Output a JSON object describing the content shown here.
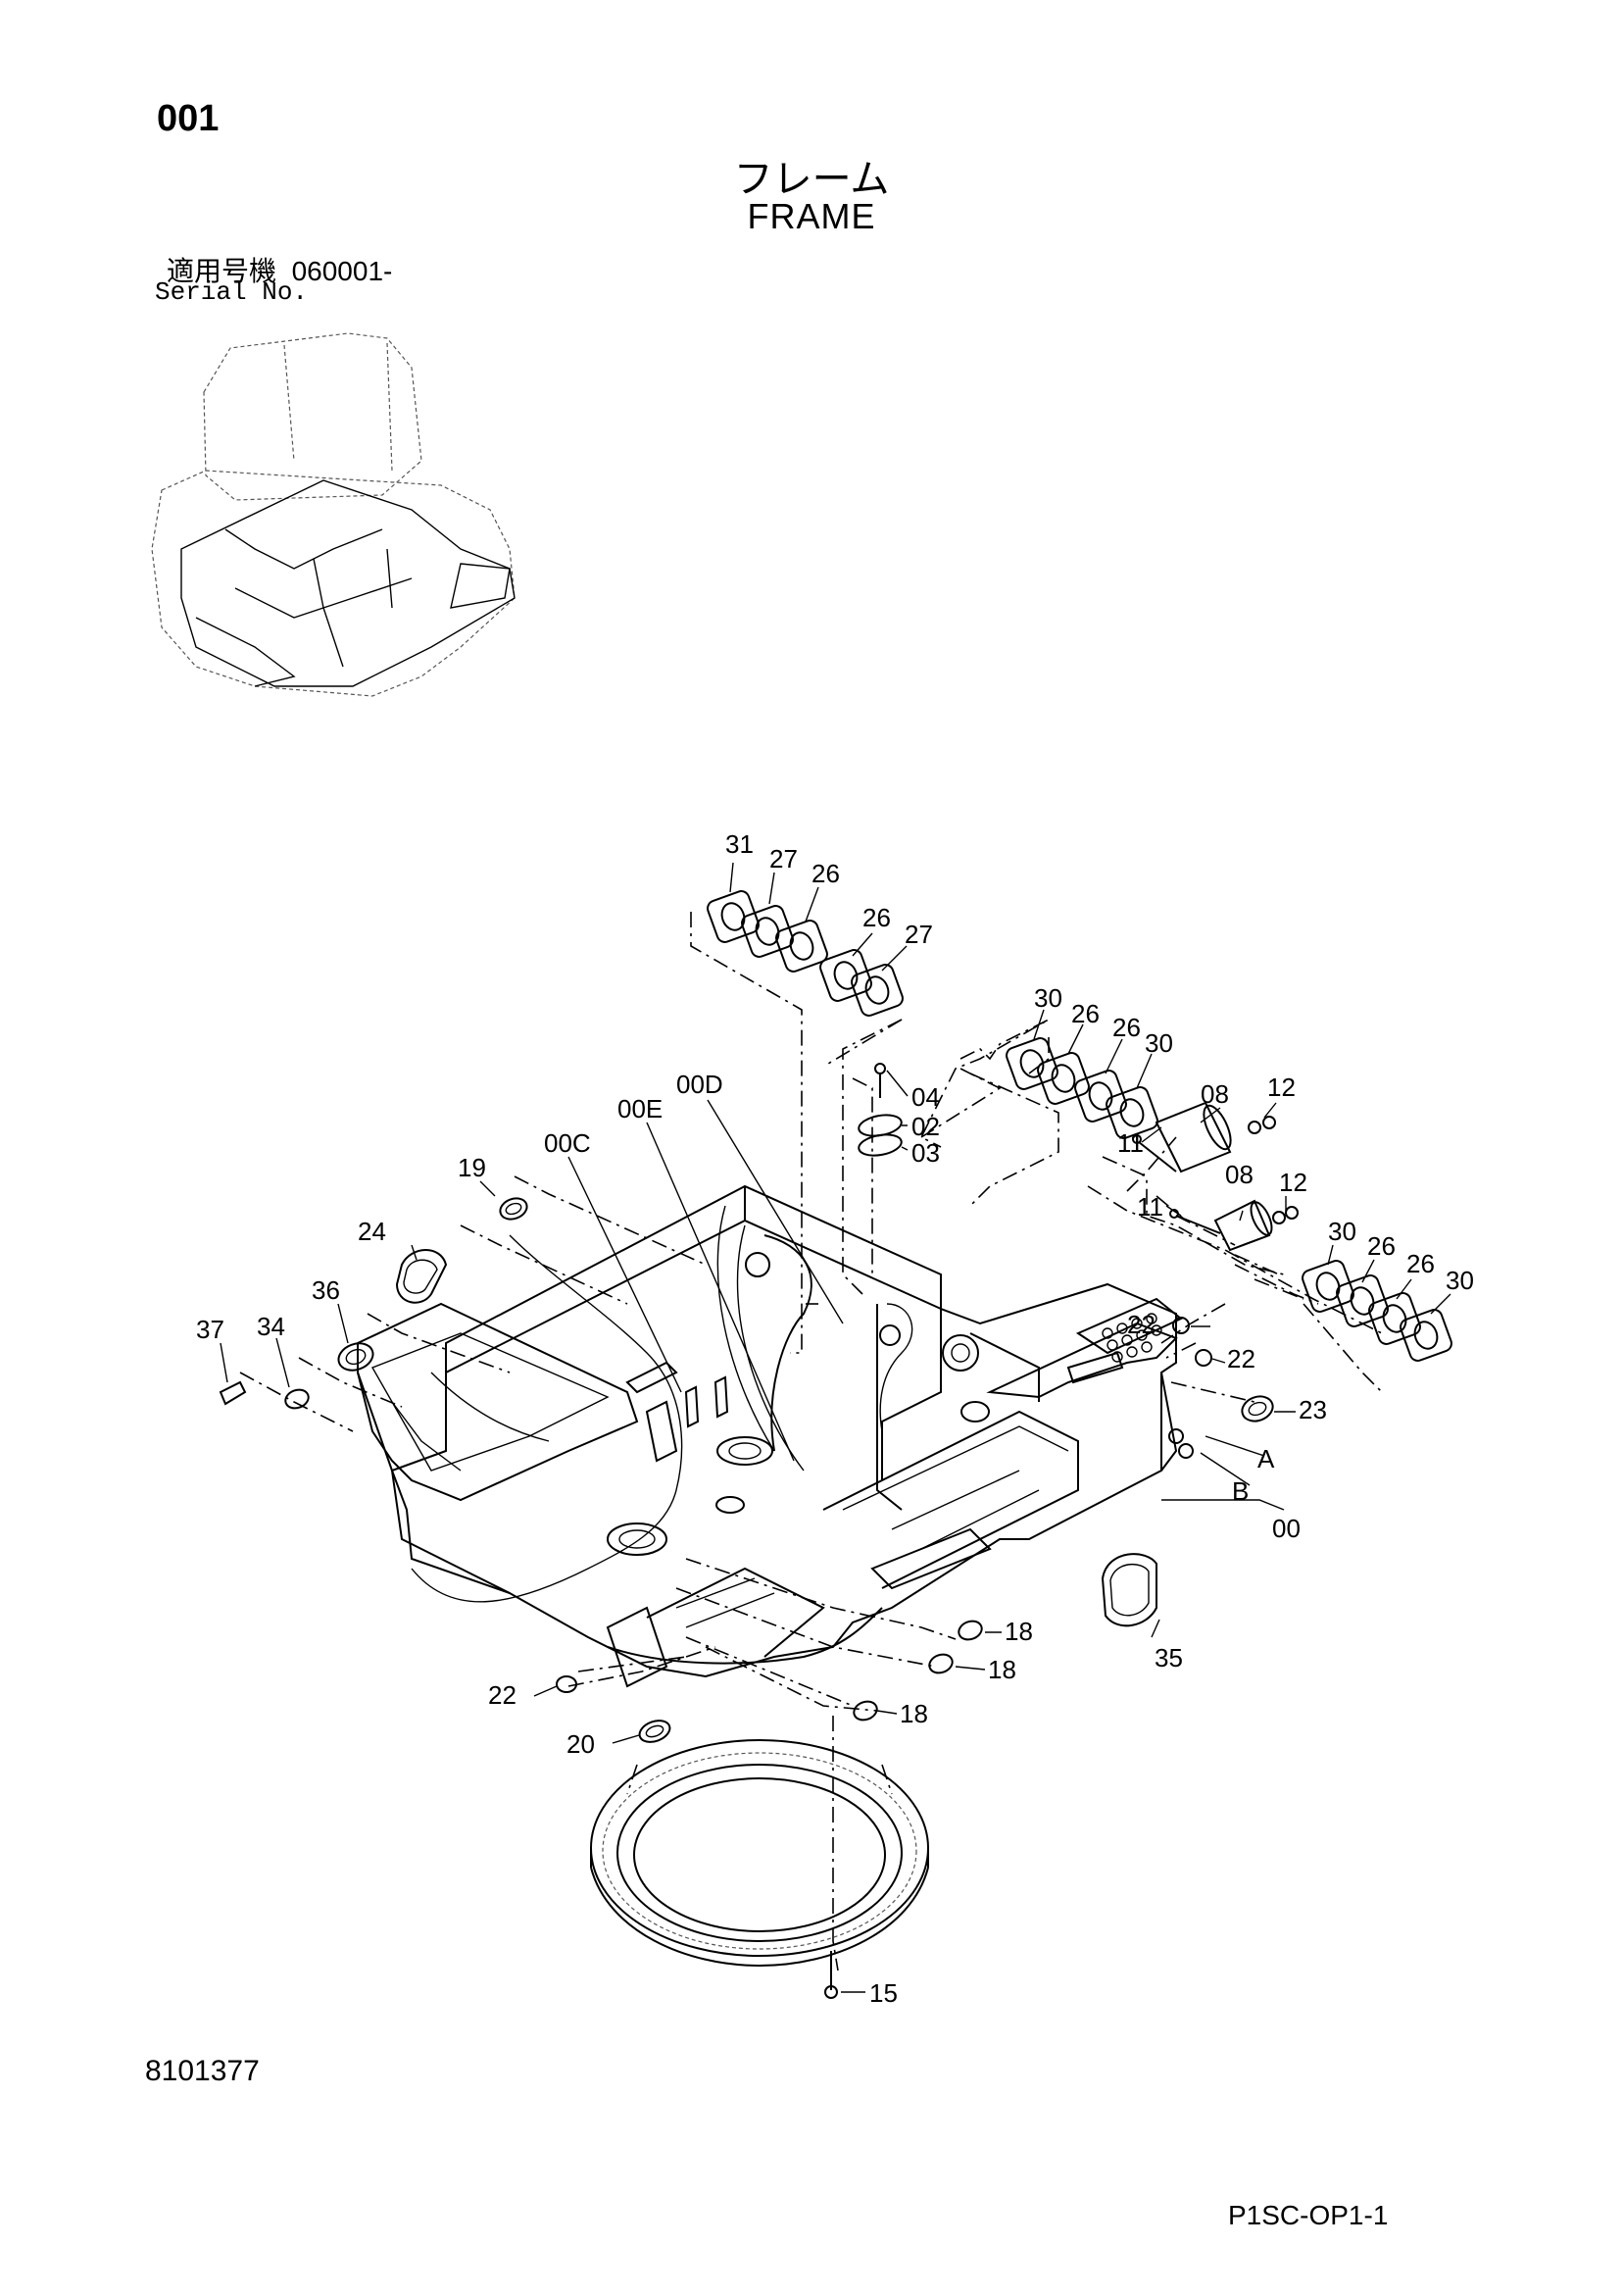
{
  "header": {
    "page_number": "001",
    "title_jp": "フレーム",
    "title_en": "FRAME",
    "serial_label_jp": "適用号機",
    "serial_range": "060001-",
    "serial_label_en": "Serial No."
  },
  "footer": {
    "doc_code": "8101377",
    "page_code": "P1SC-OP1-1"
  },
  "callouts": {
    "c31": "31",
    "c27a": "27",
    "c26a": "26",
    "c26b": "26",
    "c27b": "27",
    "c30a": "30",
    "c26c": "26",
    "c26d": "26",
    "c30b": "30",
    "c04": "04",
    "c02": "02",
    "c03": "03",
    "c00D": "00D",
    "c00E": "00E",
    "c00C": "00C",
    "c19": "19",
    "c24": "24",
    "c36": "36",
    "c37": "37",
    "c34": "34",
    "c08a": "08",
    "c12a": "12",
    "c11a": "11",
    "c08b": "08",
    "c11b": "11",
    "c12b": "12",
    "c30c": "30",
    "c26e": "26",
    "c26f": "26",
    "c30d": "30",
    "c22a": "22",
    "c22b": "22",
    "c23": "23",
    "cA": "A",
    "cB": "B",
    "c00": "00",
    "c35": "35",
    "c18a": "18",
    "c18b": "18",
    "c18c": "18",
    "c22c": "22",
    "c20": "20",
    "c15": "15"
  }
}
